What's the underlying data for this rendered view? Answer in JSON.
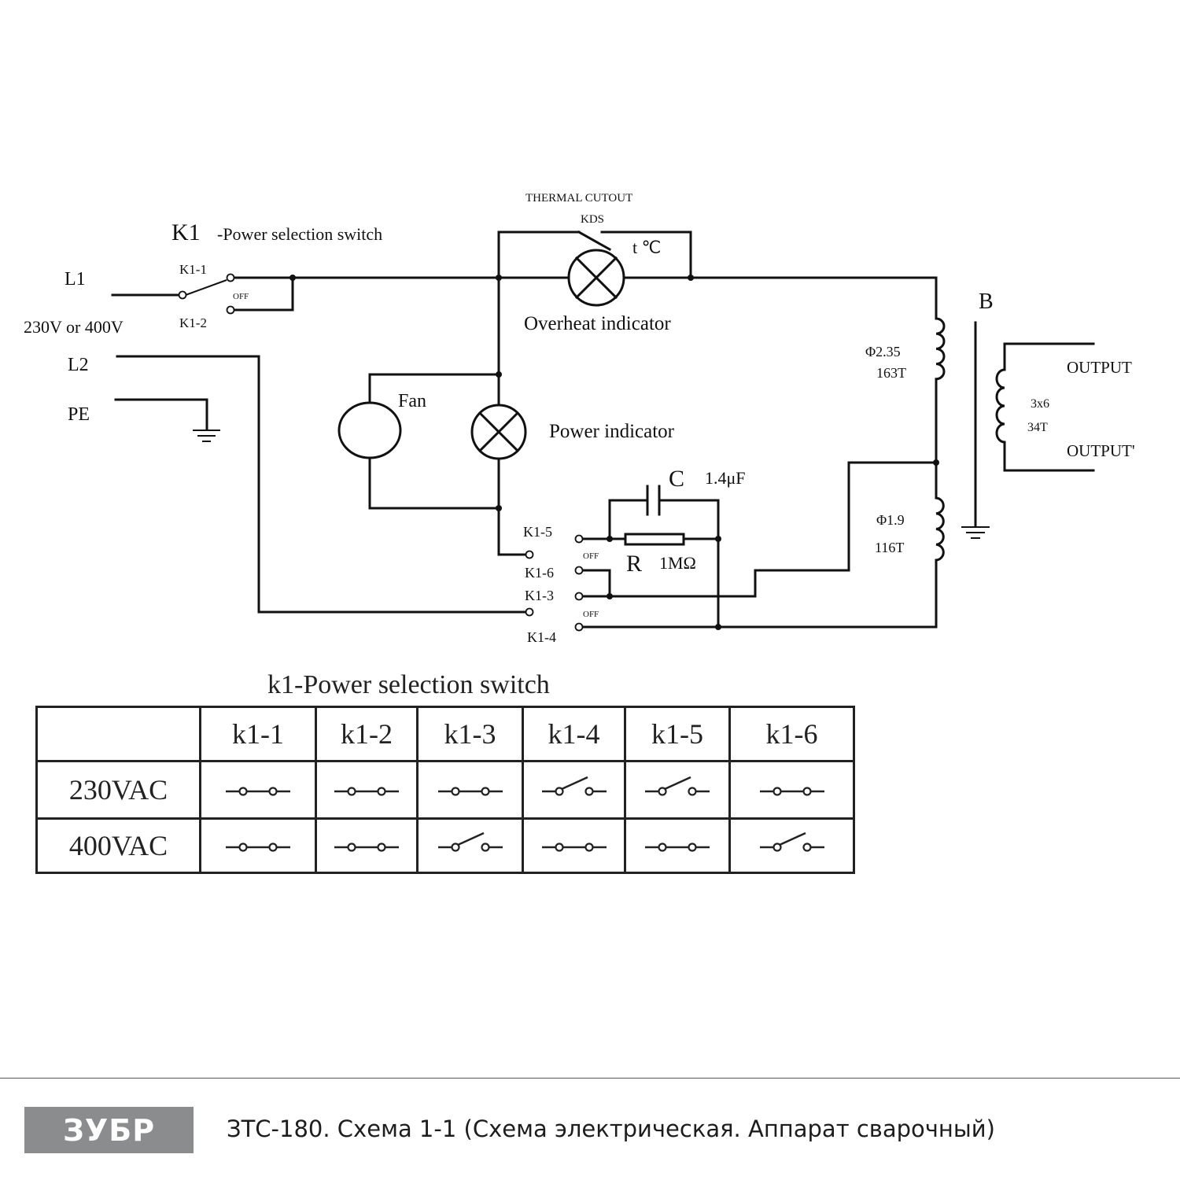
{
  "schematic": {
    "thermal_cutout_label": "THERMAL  CUTOUT",
    "kds_label": "KDS",
    "temp_label": "t ℃",
    "k1_symbol": "K1",
    "k1_title": "-Power selection switch",
    "l1_label": "L1",
    "l2_label": "L2",
    "pe_label": "PE",
    "voltage_label": "230V or 400V",
    "k1_1": "K1-1",
    "k1_2": "K1-2",
    "k1_3": "K1-3",
    "k1_4": "K1-4",
    "k1_5": "K1-5",
    "k1_6": "K1-6",
    "off_label": "OFF",
    "overheat_indicator": "Overheat indicator",
    "power_indicator": "Power indicator",
    "fan_label": "Fan",
    "capacitor_symbol": "C",
    "capacitor_value": "1.4μF",
    "resistor_symbol": "R",
    "resistor_value": "1MΩ",
    "transformer_label": "B",
    "primary_upper_wire": "Φ2.35",
    "primary_upper_turns": "163T",
    "primary_lower_wire": "Φ1.9",
    "primary_lower_turns": "116T",
    "secondary_wire": "3x6",
    "secondary_turns": "34T",
    "output_top": "OUTPUT",
    "output_bottom": "OUTPUT'"
  },
  "switch_table": {
    "title": "k1-Power selection switch",
    "columns": [
      "k1-1",
      "k1-2",
      "k1-3",
      "k1-4",
      "k1-5",
      "k1-6"
    ],
    "rows": [
      {
        "label": "230VAC",
        "states": [
          "closed",
          "closed",
          "closed",
          "open",
          "open",
          "closed"
        ]
      },
      {
        "label": "400VAC",
        "states": [
          "closed",
          "closed",
          "open",
          "closed",
          "closed",
          "open"
        ]
      }
    ]
  },
  "footer": {
    "logo": "ЗУБР",
    "model": "ЗТС-180.",
    "caption": " Схема 1-1 (Схема электрическая. Аппарат сварочный)"
  }
}
